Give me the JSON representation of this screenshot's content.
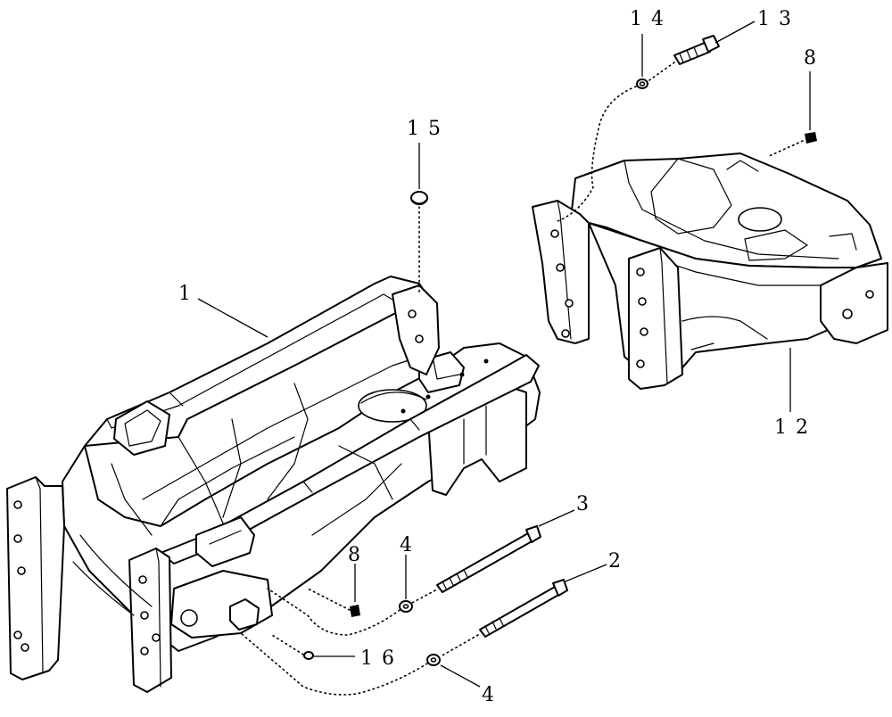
{
  "callouts": [
    {
      "id": "c1",
      "text": "1"
    },
    {
      "id": "c2",
      "text": "2"
    },
    {
      "id": "c3",
      "text": "3"
    },
    {
      "id": "c4a",
      "text": "4"
    },
    {
      "id": "c4b",
      "text": "4"
    },
    {
      "id": "c8a",
      "text": "8"
    },
    {
      "id": "c8b",
      "text": "8"
    },
    {
      "id": "c12",
      "text": "12"
    },
    {
      "id": "c13",
      "text": "13"
    },
    {
      "id": "c14",
      "text": "14"
    },
    {
      "id": "c15",
      "text": "15"
    },
    {
      "id": "c16",
      "text": "16"
    }
  ]
}
